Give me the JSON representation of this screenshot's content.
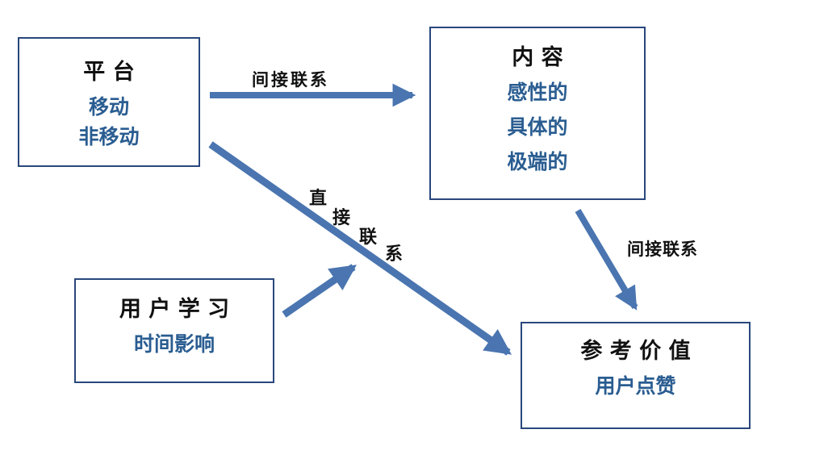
{
  "diagram": {
    "colors": {
      "arrow": "#4a75b0",
      "box_border": "#29477c",
      "title_text": "#111111",
      "subtext": "#2a5d91",
      "background": "#ffffff"
    },
    "boxes": {
      "platform": {
        "title": "平 台",
        "items": [
          "移动",
          "非移动"
        ]
      },
      "content": {
        "title": "内 容",
        "items": [
          "感性的",
          "具体的",
          "极端的"
        ]
      },
      "user_learning": {
        "title": "用 户 学 习",
        "items": [
          "时间影响"
        ]
      },
      "reference_value": {
        "title": "参 考 价 值",
        "items": [
          "用户点赞"
        ]
      }
    },
    "edge_labels": {
      "platform_to_content": "间接联系",
      "content_to_reference": "间接联系",
      "direct_char_1": "直",
      "direct_char_2": "接",
      "direct_char_3": "联",
      "direct_char_4": "系"
    }
  }
}
